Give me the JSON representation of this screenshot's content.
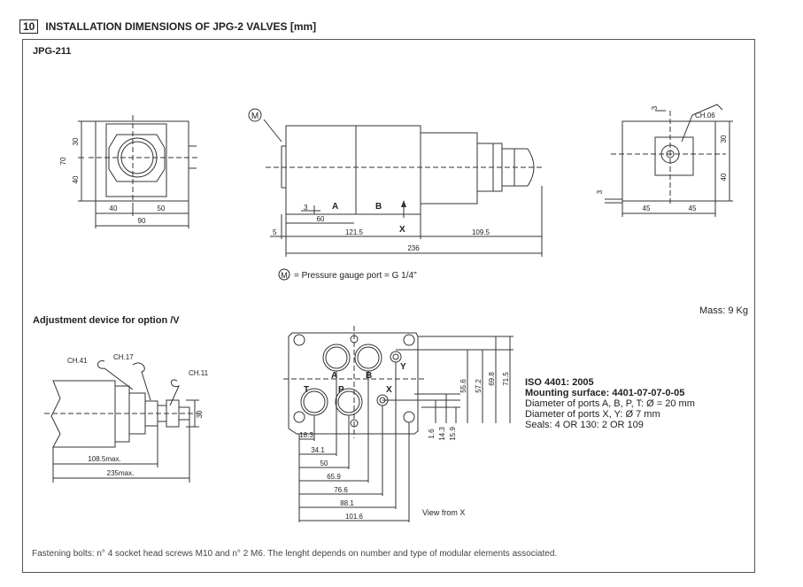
{
  "header": {
    "number": "10",
    "title": "INSTALLATION DIMENSIONS OF JPG-2 VALVES [mm]"
  },
  "model": "JPG-211",
  "views": {
    "front": {
      "dims": [
        "30",
        "70",
        "40",
        "40",
        "50",
        "90"
      ]
    },
    "side": {
      "marker": "M",
      "port_labels": [
        "A",
        "B",
        "X"
      ],
      "dims": [
        "3",
        "60",
        "5",
        "121.5",
        "109.5",
        "236"
      ]
    },
    "rear": {
      "dims": [
        "3",
        "CH.06",
        "30",
        "40",
        "3",
        "45",
        "45"
      ]
    }
  },
  "gauge_note": {
    "symbol": "M",
    "text": "= Pressure gauge port = G 1/4\""
  },
  "mass": "Mass: 9 Kg",
  "adjustment": {
    "title": "Adjustment device for option /V",
    "dims": [
      "CH.41",
      "CH.17",
      "CH.11",
      "30",
      "108.5max.",
      "235max."
    ]
  },
  "mounting_view": {
    "port_labels": [
      "A",
      "B",
      "T",
      "P",
      "X",
      "Y"
    ],
    "vdims": [
      "55.6",
      "57.2",
      "69.8",
      "71.5",
      "1.6",
      "14.3",
      "15.9"
    ],
    "hdims": [
      "18.3",
      "34.1",
      "50",
      "65.9",
      "76.6",
      "88.1",
      "101.6"
    ],
    "caption": "View from X"
  },
  "iso": {
    "std": "ISO 4401: 2005",
    "surface": "Mounting surface: 4401-07-07-0-05",
    "lines": [
      "Diameter of ports A, B, P, T: Ø = 20 mm",
      "Diameter of ports X, Y: Ø 7 mm",
      "Seals: 4 OR 130: 2 OR 109"
    ]
  },
  "footer": "Fastening bolts: n° 4 socket head screws M10 and n° 2 M6. The lenght depends on number and type of modular elements associated."
}
